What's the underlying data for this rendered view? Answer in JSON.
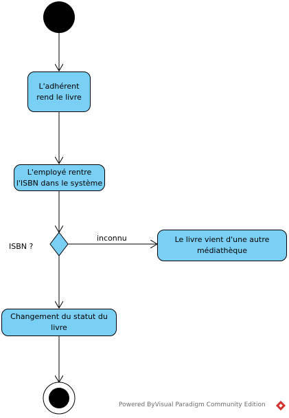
{
  "nodes": {
    "return_book": "L'adhérent\nrend le livre",
    "enter_isbn": "L'employé rentre\nl'ISBN dans le système",
    "other_library": "Le livre vient d'une autre\nmédiathèque",
    "change_status": "Changement du statut du livre"
  },
  "labels": {
    "decision": "ISBN ?",
    "unknown_guard": "inconnu"
  },
  "footer": {
    "text": "Powered ByVisual Paradigm Community Edition"
  },
  "colors": {
    "action_fill": "#7acff5",
    "line": "#000000",
    "logo": "#d32f2f"
  }
}
